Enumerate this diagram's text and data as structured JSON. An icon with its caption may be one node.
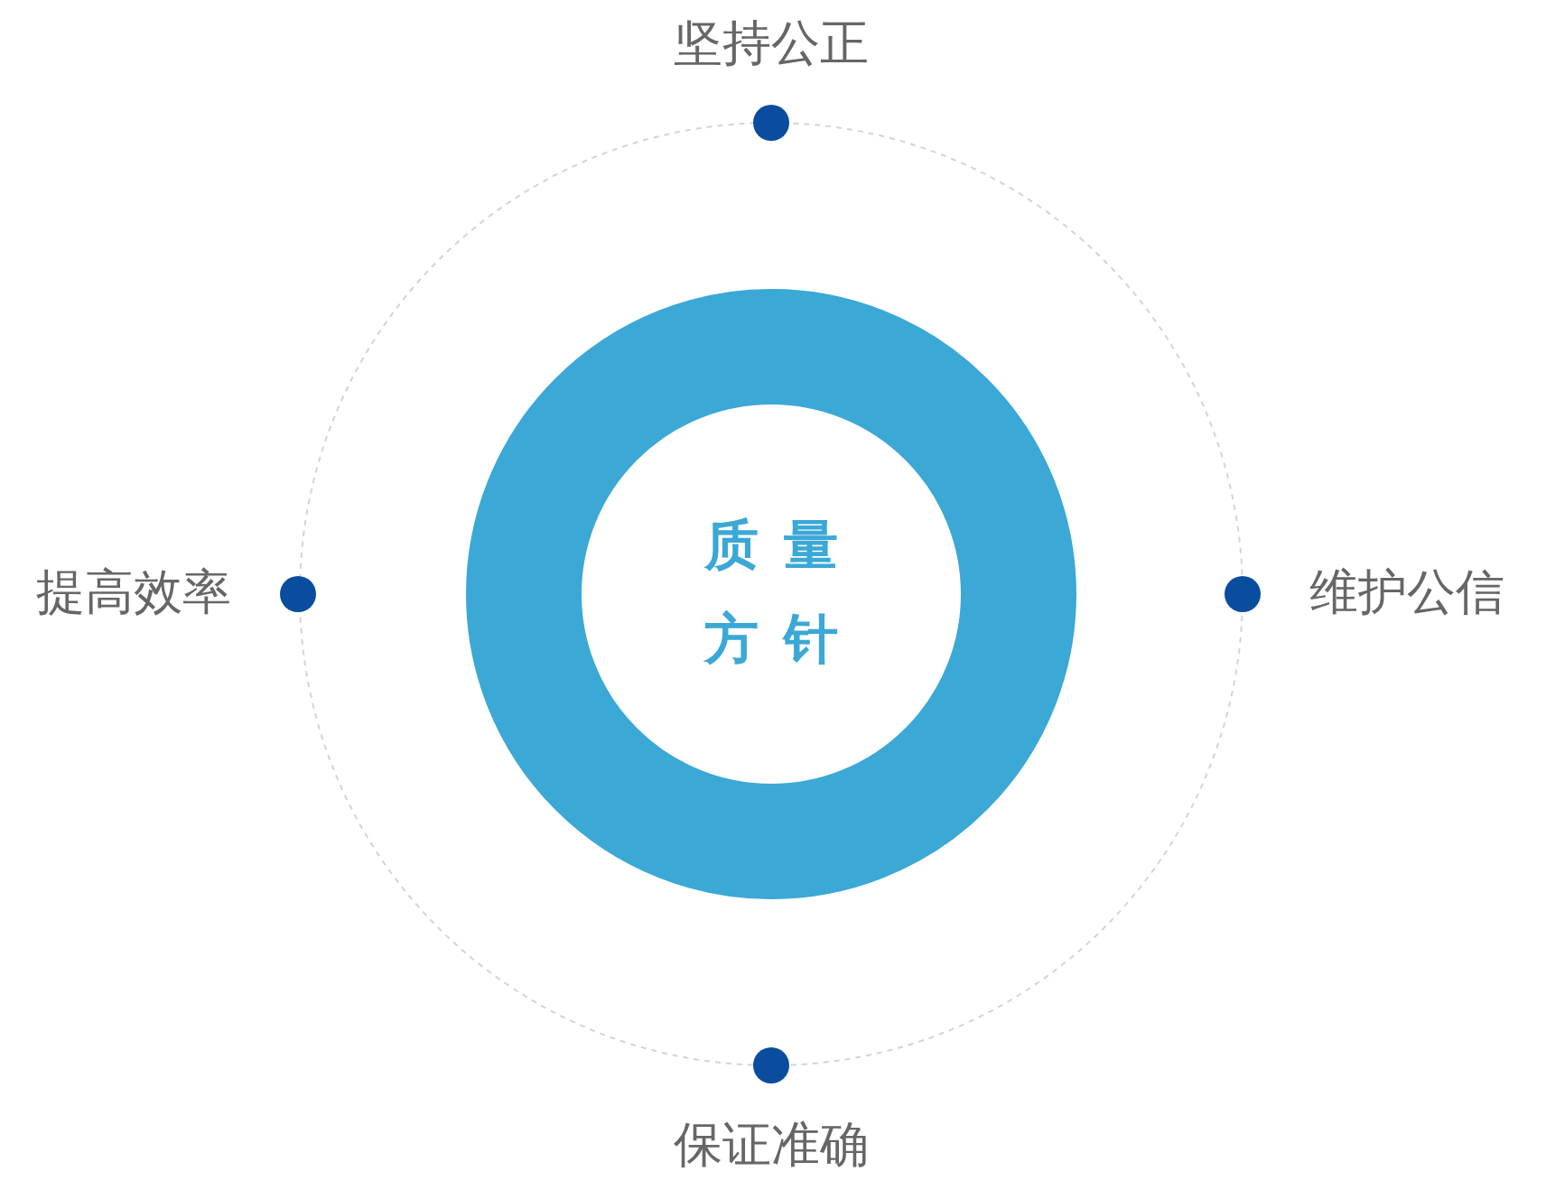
{
  "diagram": {
    "nodes": [
      {
        "text": [],
        "shape": "circle",
        "beside": [
          "坚持公正"
        ]
      },
      {
        "text": [],
        "shape": "circle",
        "beside": [
          "提高效率"
        ]
      },
      {
        "text": [
          "质量方针"
        ]
      },
      {
        "text": [],
        "shape": "circle",
        "beside": [
          "维护公信"
        ]
      },
      {
        "text": [],
        "shape": "circle",
        "beside": [
          "保证准确"
        ]
      }
    ]
  }
}
